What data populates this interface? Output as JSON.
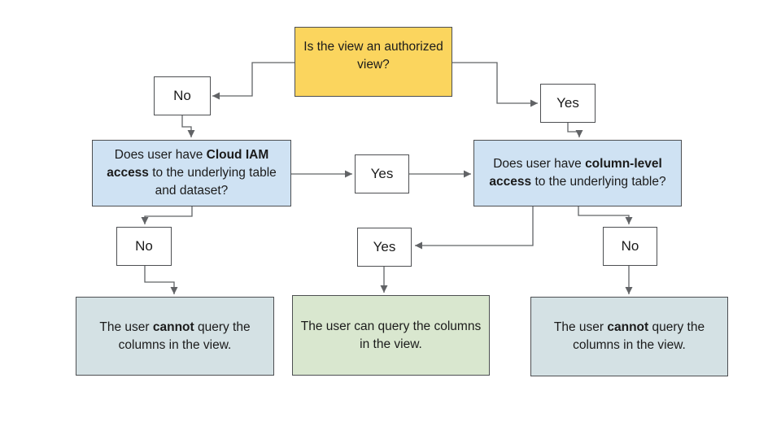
{
  "diagram": {
    "type": "flowchart",
    "nodes": {
      "root": {
        "label": "Is the view an authorized view?"
      },
      "no1": {
        "label": "No"
      },
      "yes1": {
        "label": "Yes"
      },
      "iam": {
        "prefix": "Does user have ",
        "bold": "Cloud IAM access",
        "suffix": " to the underlying table and dataset?"
      },
      "col": {
        "prefix": "Does user have ",
        "bold": "column-level access",
        "suffix": " to the underlying table?"
      },
      "yes2": {
        "label": "Yes"
      },
      "no2": {
        "label": "No"
      },
      "yes3": {
        "label": "Yes"
      },
      "no3": {
        "label": "No"
      },
      "result_left": {
        "prefix": "The user ",
        "bold": "cannot",
        "suffix": " query the columns in the view."
      },
      "result_mid": {
        "label": "The user can query the columns in the view."
      },
      "result_right": {
        "prefix": "The user ",
        "bold": "cannot",
        "suffix": " query the columns in the view."
      }
    },
    "edges": [
      "root -> no1",
      "root -> yes1",
      "no1 -> iam",
      "yes1 -> col",
      "iam -> yes2 -> col",
      "iam -> no2 -> result_left",
      "col -> yes3 -> result_mid",
      "col -> no3 -> result_right"
    ]
  },
  "colors": {
    "yellow": "#fbd55e",
    "blue": "#cfe2f3",
    "cyan": "#d4e1e4",
    "green": "#d9e7cf",
    "wire": "#616366"
  }
}
